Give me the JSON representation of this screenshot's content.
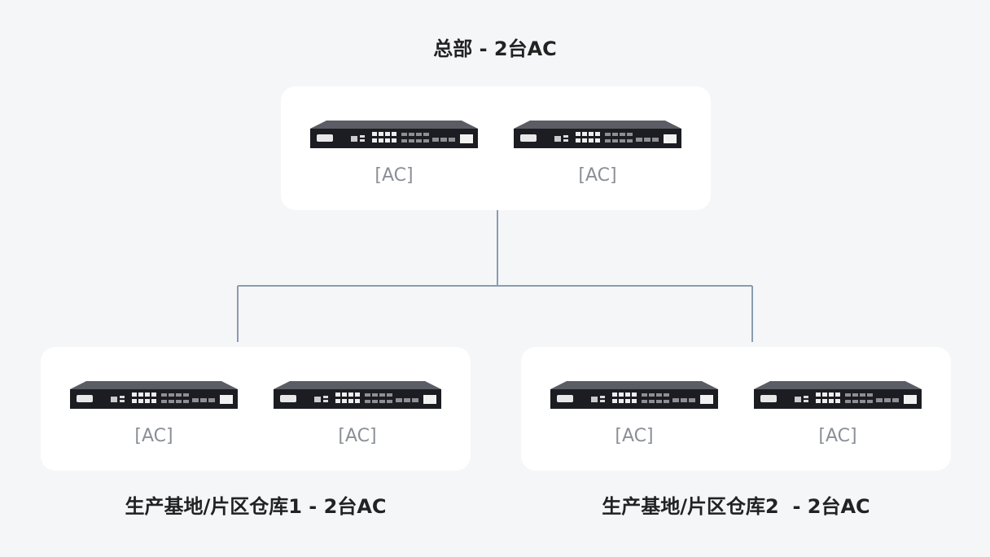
{
  "groups": [
    {
      "id": "hq",
      "title": "总部 - 2台AC",
      "devices": [
        {
          "label": "[AC]"
        },
        {
          "label": "[AC]"
        }
      ]
    },
    {
      "id": "site1",
      "title": "生产基地/片区仓库1 - 2台AC",
      "devices": [
        {
          "label": "[AC]"
        },
        {
          "label": "[AC]"
        }
      ]
    },
    {
      "id": "site2",
      "title": "生产基地/片区仓库2  - 2台AC",
      "devices": [
        {
          "label": "[AC]"
        },
        {
          "label": "[AC]"
        }
      ]
    }
  ],
  "colors": {
    "background": "#f5f6f8",
    "panel": "#ffffff",
    "connector": "#8c9bb0",
    "device_body": "#1b1d22",
    "label": "#8a8f96"
  },
  "icons": {
    "device": "ac-controller-icon"
  }
}
